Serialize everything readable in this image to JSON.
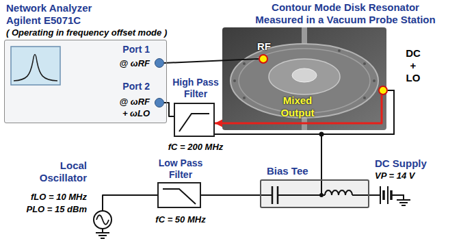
{
  "diagram": {
    "nodes": [
      {
        "text": [
          "Network Analyzer",
          "Agilent E5071C",
          "( Operating in frequency offset mode )"
        ]
      },
      {
        "text": [
          "Port 1",
          "@ ωRF"
        ],
        "in": 0
      },
      {
        "text": [
          "Port 2",
          "@ ωRF + ωLO"
        ],
        "in": 0
      },
      {
        "text": [
          "Contour Mode Disk Resonator",
          "Measured in a Vacuum Probe Station"
        ]
      },
      {
        "text": [
          "RF"
        ],
        "in": 3
      },
      {
        "text": [
          "DC + LO"
        ],
        "in": 3
      },
      {
        "text": [
          "High Pass Filter",
          "fC = 200 MHz"
        ]
      },
      {
        "text": [
          "Local Oscillator",
          "fLO = 10 MHz",
          "PLO = 15 dBm"
        ]
      },
      {
        "text": [
          "Low Pass Filter",
          "fC = 50 MHz"
        ]
      },
      {
        "text": [
          "Bias Tee"
        ]
      },
      {
        "text": [
          "DC Supply",
          "VP = 14 V"
        ]
      }
    ],
    "edges": [
      {
        "from": 1,
        "to": 4,
        "arrow": "none"
      },
      {
        "from": 2,
        "to": 6,
        "arrow": "none"
      },
      {
        "from": 5,
        "to": 6,
        "arrow": "none"
      },
      {
        "from": 5,
        "to": 9,
        "arrow": "none"
      },
      {
        "from": 5,
        "to": 6,
        "arrow": "to"
      },
      {
        "from": 7,
        "to": 8,
        "arrow": "none"
      },
      {
        "from": 8,
        "to": 9,
        "arrow": "none"
      },
      {
        "from": 9,
        "to": 10,
        "arrow": "none"
      }
    ],
    "labels": [
      "Mixed Output"
    ]
  }
}
